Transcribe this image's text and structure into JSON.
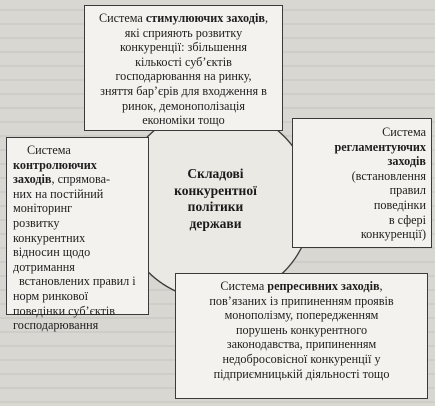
{
  "center": {
    "line1": "Складові",
    "line2": "конкурентної",
    "line3": "політики",
    "line4": "держави"
  },
  "top": {
    "l1_pre": "Система ",
    "l1_bold": "стимулюючих заходів",
    "l1_post": ",",
    "l2": "які сприяють розвитку",
    "l3": "конкуренції: збільшення",
    "l4": "кількості суб’єктів",
    "l5": "господарювання на ринку,",
    "l6": "зняття бар’єрів для входження в",
    "l7": "ринок, демонополізація",
    "l8": "економіки тощо"
  },
  "left": {
    "l1": "Система",
    "l2": "контролюючих",
    "l3_bold": "заходів",
    "l3_post": ", спрямова-",
    "l4": "них на постійний",
    "l5": "моніторинг",
    "l6": "розвитку",
    "l7": "конкурентних",
    "l8": "відносин щодо",
    "l9": "дотримання",
    "l10": "встановлених правил і",
    "l11": "норм ринкової",
    "l12": "поведінки суб’єктів",
    "l13": "господарювання"
  },
  "right": {
    "l1": "Система",
    "l2": "регламентуючих",
    "l3": "заходів",
    "l4": "(встановлення",
    "l5": "правил",
    "l6": "поведінки",
    "l7": "в сфері",
    "l8": "конкуренції)"
  },
  "bottom": {
    "l1_pre": "Система ",
    "l1_bold": "репресивних заходів",
    "l1_post": ",",
    "l2": "пов’язаних із припиненням проявів",
    "l3": "монополізму, попередженням",
    "l4": "порушень конкурентного",
    "l5": "законодавства, припиненням",
    "l6": "недобросовісної конкуренції у",
    "l7": "підприємницькій діяльності тощо"
  }
}
